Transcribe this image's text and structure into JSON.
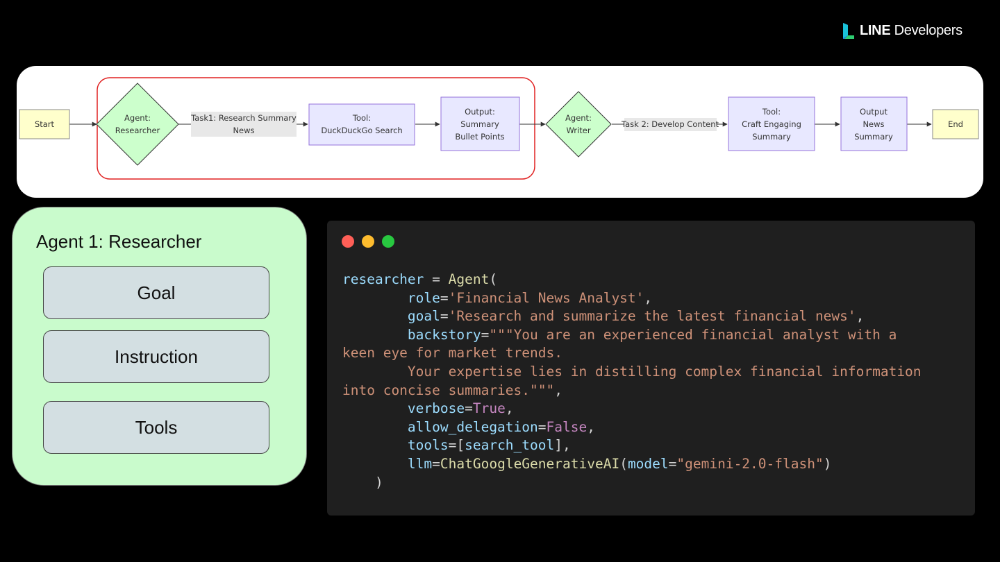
{
  "logo": {
    "brand": "LINE",
    "product": "Developers"
  },
  "flow": {
    "start": "Start",
    "agent1": [
      "Agent:",
      "Researcher"
    ],
    "task1": [
      "Task1: Research Summary",
      "News"
    ],
    "tool1": [
      "Tool:",
      "DuckDuckGo Search"
    ],
    "output1": [
      "Output:",
      "Summary",
      "Bullet Points"
    ],
    "agent2": [
      "Agent:",
      "Writer"
    ],
    "task2": "Task 2: Develop Content",
    "tool2": [
      "Tool:",
      "Craft Engaging",
      "Summary"
    ],
    "output2": [
      "Output",
      "News",
      "Summary"
    ],
    "end": "End",
    "colors": {
      "terminal_fill": "#ffffcc",
      "diamond_fill": "#ccffcc",
      "box_fill": "#e8e8ff",
      "box_stroke": "#9370db",
      "highlight": "#e02020"
    }
  },
  "agent_card": {
    "title": "Agent 1: Researcher",
    "items": [
      "Goal",
      "Instruction",
      "Tools"
    ]
  },
  "code": {
    "line1": {
      "var": "researcher",
      "op": " = ",
      "fn": "Agent",
      "rest": "("
    },
    "role": {
      "key": "role",
      "val": "'Financial News Analyst'"
    },
    "goal": {
      "key": "goal",
      "val": "'Research and summarize the latest financial news'"
    },
    "backstory": {
      "key": "backstory",
      "l1": "\"\"\"You are an experienced financial analyst with a",
      "l2": "keen eye for market trends.",
      "l3": "Your expertise lies in distilling complex financial information",
      "l4": "into concise summaries.\"\"\""
    },
    "verbose": {
      "key": "verbose",
      "val": "True"
    },
    "allow_delegation": {
      "key": "allow_delegation",
      "val": "False"
    },
    "tools": {
      "key": "tools",
      "val": "search_tool"
    },
    "llm": {
      "key": "llm",
      "fn": "ChatGoogleGenerativeAI",
      "param": "model",
      "val": "\"gemini-2.0-flash\""
    },
    "close": ")"
  }
}
